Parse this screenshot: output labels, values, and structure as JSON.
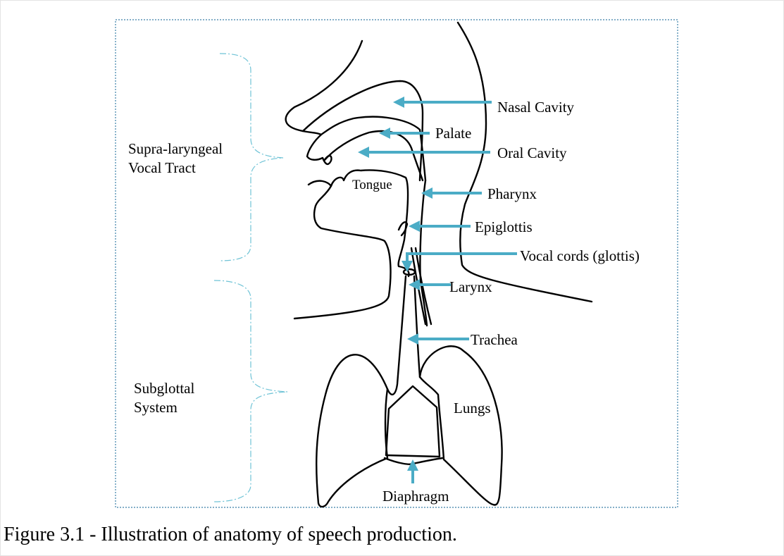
{
  "labels": {
    "nasal_cavity": "Nasal Cavity",
    "palate": "Palate",
    "oral_cavity": "Oral Cavity",
    "tongue": "Tongue",
    "pharynx": "Pharynx",
    "epiglottis": "Epiglottis",
    "vocal_cords": "Vocal cords (glottis)",
    "larynx": "Larynx",
    "trachea": "Trachea",
    "lungs": "Lungs",
    "diaphragm": "Diaphragm"
  },
  "regions": {
    "supra_line1": "Supra-laryngeal",
    "supra_line2": "Vocal Tract",
    "sub_line1": "Subglottal",
    "sub_line2": "System"
  },
  "caption": "Figure 3.1 - Illustration of anatomy of speech production.",
  "colors": {
    "arrow": "#4bacc6",
    "brace": "#6fc3d6",
    "frame": "#3a7fa8"
  }
}
